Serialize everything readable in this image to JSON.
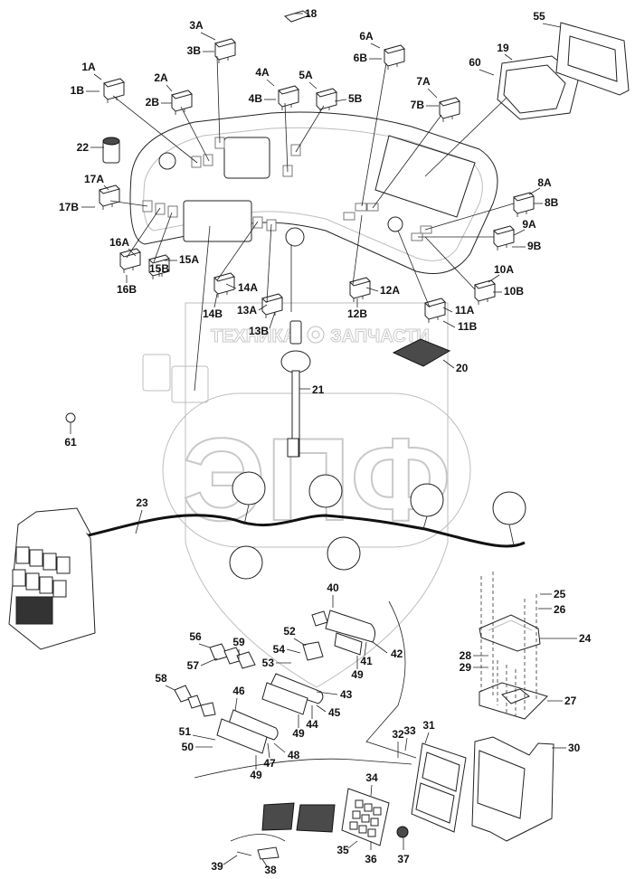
{
  "diagram": {
    "type": "exploded-parts-diagram",
    "subject": "Cab dashboard switch panel and control console assembly",
    "watermark": {
      "logo_text": "ЭПФ",
      "left_text": "ТЕХНИКА",
      "right_text": "ЗАПЧАСТИ",
      "icon": "gear-icon"
    },
    "callouts": {
      "1A": "1A",
      "1B": "1B",
      "2A": "2A",
      "2B": "2B",
      "3A": "3A",
      "3B": "3B",
      "4A": "4A",
      "4B": "4B",
      "5A": "5A",
      "5B": "5B",
      "6A": "6A",
      "6B": "6B",
      "7A": "7A",
      "7B": "7B",
      "8A": "8A",
      "8B": "8B",
      "9A": "9A",
      "9B": "9B",
      "10A": "10A",
      "10B": "10B",
      "11A": "11A",
      "11B": "11B",
      "12A": "12A",
      "12B": "12B",
      "13A": "13A",
      "13B": "13B",
      "14A": "14A",
      "14B": "14B",
      "15A": "15A",
      "15B": "15B",
      "16A": "16A",
      "16B": "16B",
      "17A": "17A",
      "17B": "17B",
      "18": "18",
      "19": "19",
      "20": "20",
      "21": "21",
      "22": "22",
      "23": "23",
      "24": "24",
      "25": "25",
      "26": "26",
      "27": "27",
      "28": "28",
      "29": "29",
      "30": "30",
      "31": "31",
      "32": "32",
      "33": "33",
      "34": "34",
      "35": "35",
      "36": "36",
      "37": "37",
      "38": "38",
      "39": "39",
      "40": "40",
      "41": "41",
      "42": "42",
      "43": "43",
      "44": "44",
      "45": "45",
      "46": "46",
      "47": "47",
      "48": "48",
      "49a": "49",
      "49b": "49",
      "49c": "49",
      "50": "50",
      "51": "51",
      "52": "52",
      "53": "53",
      "54": "54",
      "55": "55",
      "56": "56",
      "57": "57",
      "58": "58",
      "59": "59",
      "60": "60",
      "61": "61"
    }
  }
}
